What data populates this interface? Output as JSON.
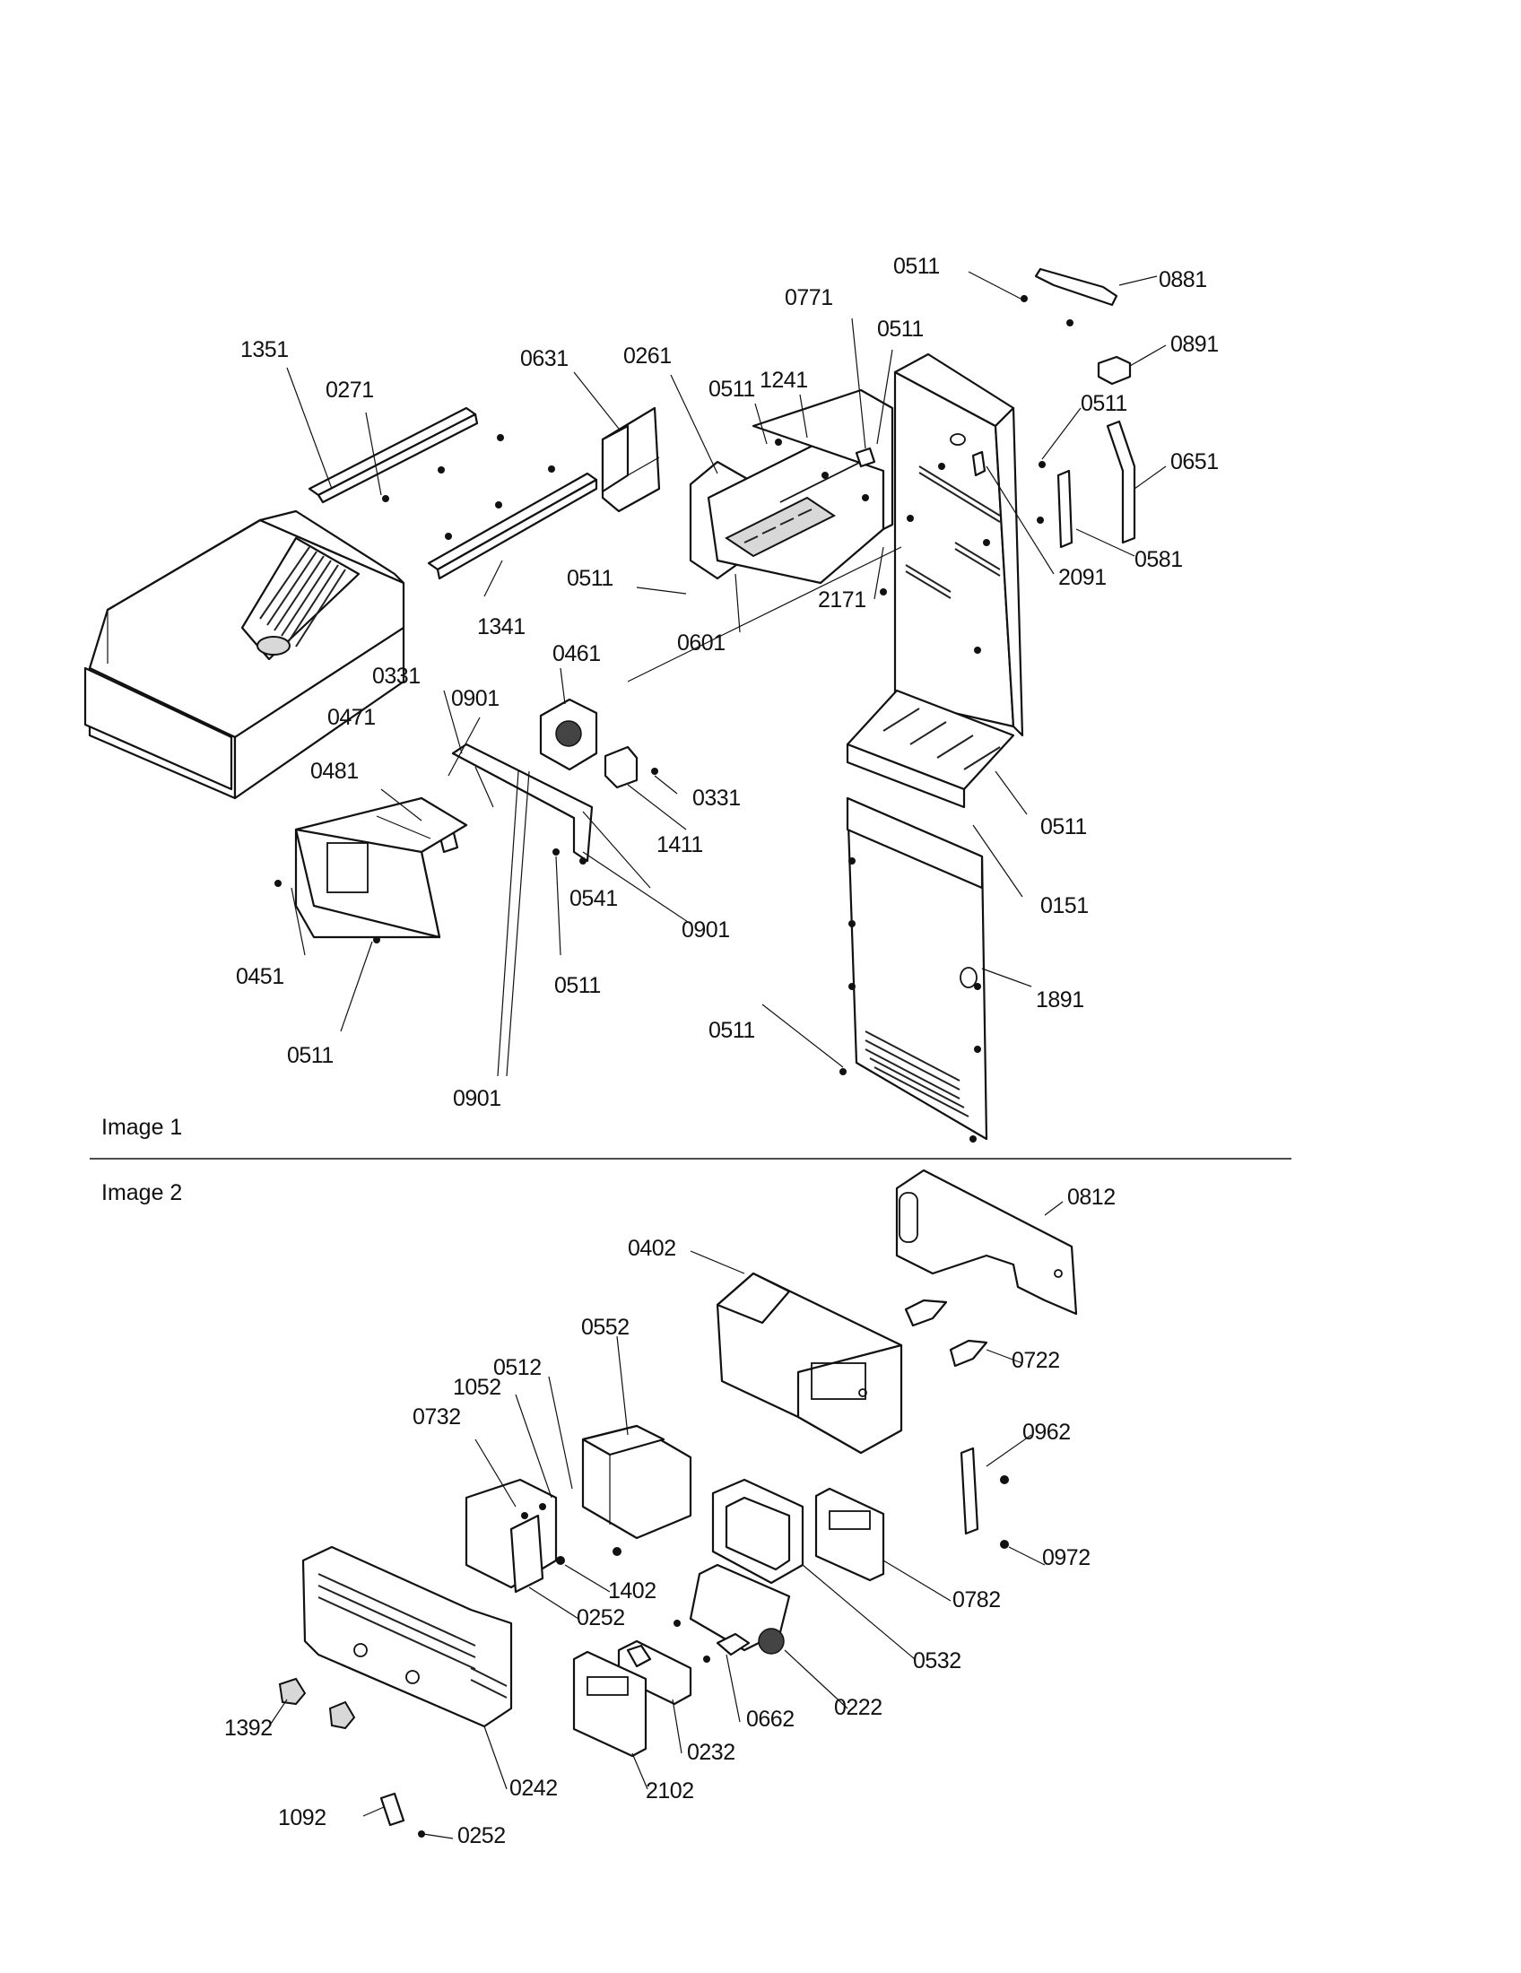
{
  "sections": {
    "image1": "Image 1",
    "image2": "Image 2"
  },
  "image1_labels": {
    "c0511_top": "0511",
    "c0881": "0881",
    "c0891": "0891",
    "c0771": "0771",
    "c0511_b": "0511",
    "c1351": "1351",
    "c0631": "0631",
    "c0261": "0261",
    "c0511_c": "0511",
    "c1241": "1241",
    "c0271": "0271",
    "c0511_d": "0511",
    "c0651": "0651",
    "c0581": "0581",
    "c2091": "2091",
    "c0511_e": "0511",
    "c2171": "2171",
    "c0601": "0601",
    "c1341": "1341",
    "c0461": "0461",
    "c0331_a": "0331",
    "c0901_a": "0901",
    "c0471": "0471",
    "c0481": "0481",
    "c0331_b": "0331",
    "c1411": "1411",
    "c0511_f": "0511",
    "c0151": "0151",
    "c0541": "0541",
    "c0901_b": "0901",
    "c0451": "0451",
    "c0511_g": "0511",
    "c1891": "1891",
    "c0511_h": "0511",
    "c0511_i": "0511",
    "c0901_c": "0901"
  },
  "image2_labels": {
    "c0812": "0812",
    "c0402": "0402",
    "c0552": "0552",
    "c0722": "0722",
    "c0512": "0512",
    "c1052": "1052",
    "c0732": "0732",
    "c0962": "0962",
    "c1402": "1402",
    "c0972": "0972",
    "c0252_a": "0252",
    "c0782": "0782",
    "c0532": "0532",
    "c0222": "0222",
    "c0662": "0662",
    "c1392": "1392",
    "c0232": "0232",
    "c0242": "0242",
    "c2102": "2102",
    "c1092": "1092",
    "c0252_b": "0252"
  }
}
